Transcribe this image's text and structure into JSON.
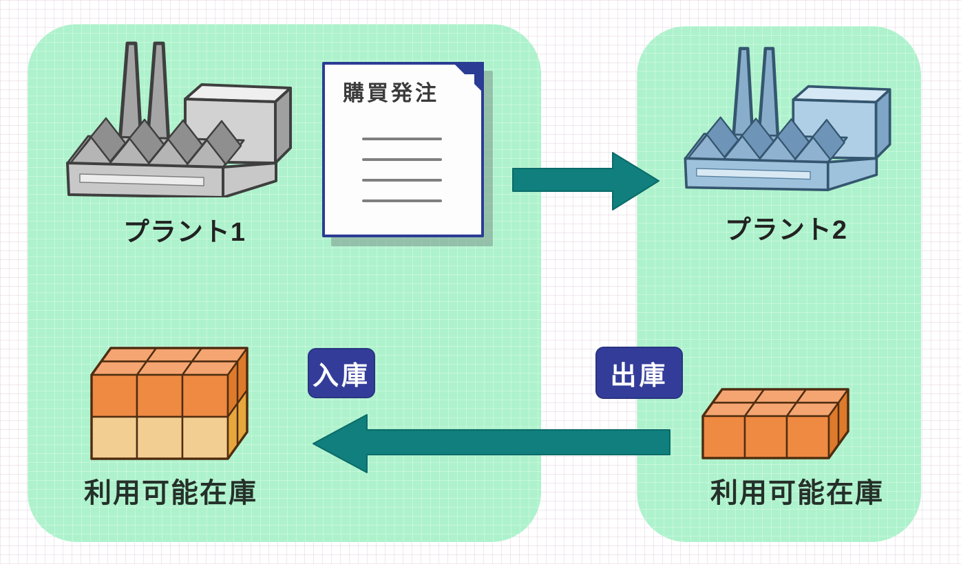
{
  "diagram": {
    "plant1": {
      "label": "プラント1",
      "stock_label": "利用可能在庫",
      "receipt_badge": "入庫"
    },
    "plant2": {
      "label": "プラント2",
      "stock_label": "利用可能在庫",
      "issue_badge": "出庫"
    },
    "document": {
      "title": "購買発注"
    },
    "colors": {
      "panel_green": "#ADF2CC",
      "arrow_teal": "#107F7D",
      "badge_navy": "#333D99",
      "document_border_navy": "#2B3C94",
      "box_orange_front": "#EF8A43",
      "box_orange_top": "#F5A571",
      "box_orange_side": "#DD7A2B",
      "box_pale_front": "#F3CE92",
      "box_pale_side": "#E7A73D",
      "plant1_gray": "#C8C8C8",
      "plant2_blue": "#9FC2DC"
    }
  }
}
